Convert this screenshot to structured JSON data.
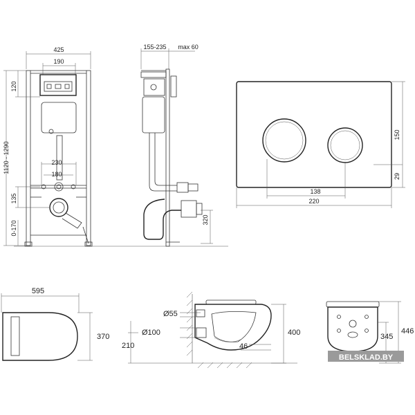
{
  "views": {
    "frame_front": {
      "width_total": "425",
      "width_top": "190",
      "top_offset": "120",
      "height_range": "1120 - 1290",
      "pipe_spacing_outer": "230",
      "pipe_spacing_inner": "180",
      "drain_height": "135",
      "floor_adjust": "0-170"
    },
    "frame_side": {
      "depth_range": "155-235",
      "max_depth": "max 60",
      "outlet_height": "320"
    },
    "flush_plate": {
      "height": "150",
      "width": "220",
      "button_offset": "138",
      "button_height": "29"
    },
    "bowl_top": {
      "length": "595",
      "width": "370"
    },
    "bowl_side": {
      "dia_inlet": "Ø55",
      "dia_outlet": "Ø100",
      "height": "400",
      "axis_height": "210",
      "depth_small": "46"
    },
    "bowl_front": {
      "height": "446",
      "fix_height": "345"
    }
  },
  "watermark": "BELSKLAD.BY"
}
